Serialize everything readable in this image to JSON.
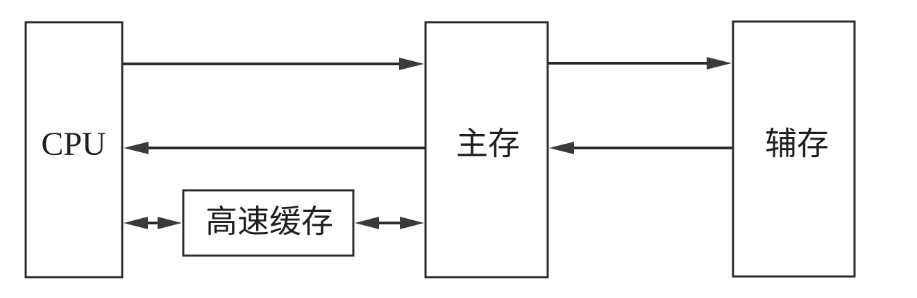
{
  "diagram": {
    "nodes": {
      "cpu": "CPU",
      "main_memory": "主存",
      "secondary_storage": "辅存",
      "cache": "高速缓存"
    }
  }
}
